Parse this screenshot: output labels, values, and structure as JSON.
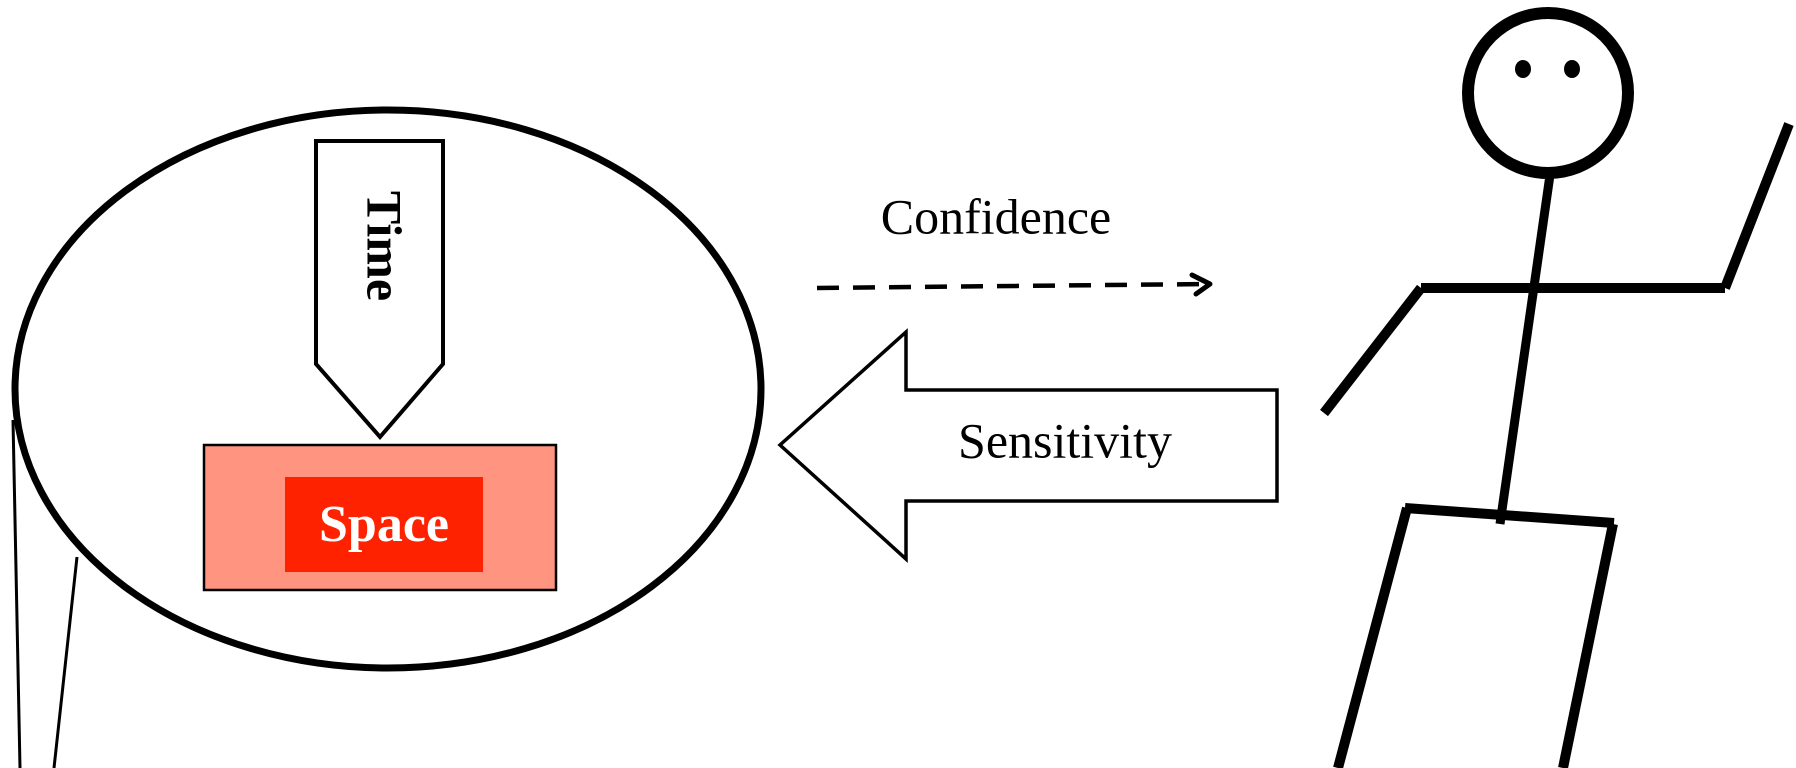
{
  "labels": {
    "time": "Time",
    "space": "Space",
    "confidence": "Confidence",
    "sensitivity": "Sensitivity"
  },
  "colors": {
    "stroke": "#000000",
    "space_outer_fill": "#ff9580",
    "space_inner_fill": "#ff2200",
    "space_text": "#ffffff",
    "background": "#ffffff"
  }
}
